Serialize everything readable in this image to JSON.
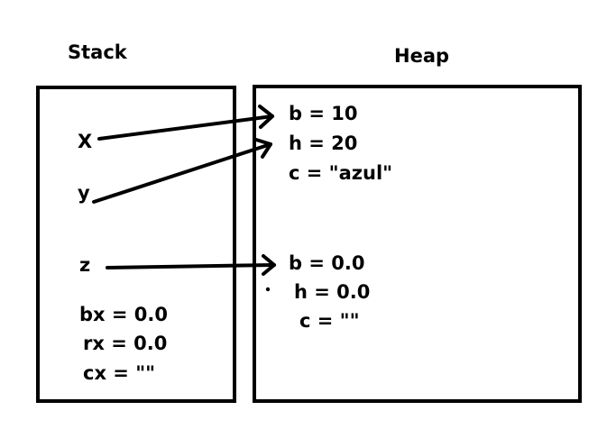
{
  "stack": {
    "title": "Stack",
    "variables": {
      "x": "X",
      "y": "y",
      "z": "z"
    },
    "primitives": [
      "bx = 0.0",
      "rx = 0.0",
      "cx = \"\""
    ]
  },
  "heap": {
    "title": "Heap",
    "object1": [
      "b = 10",
      "h = 20",
      "c = \"azul\""
    ],
    "object2": [
      "b = 0.0",
      "h = 0.0",
      "c = \"\""
    ]
  },
  "colors": {
    "stroke": "#000000",
    "background": "#ffffff"
  }
}
